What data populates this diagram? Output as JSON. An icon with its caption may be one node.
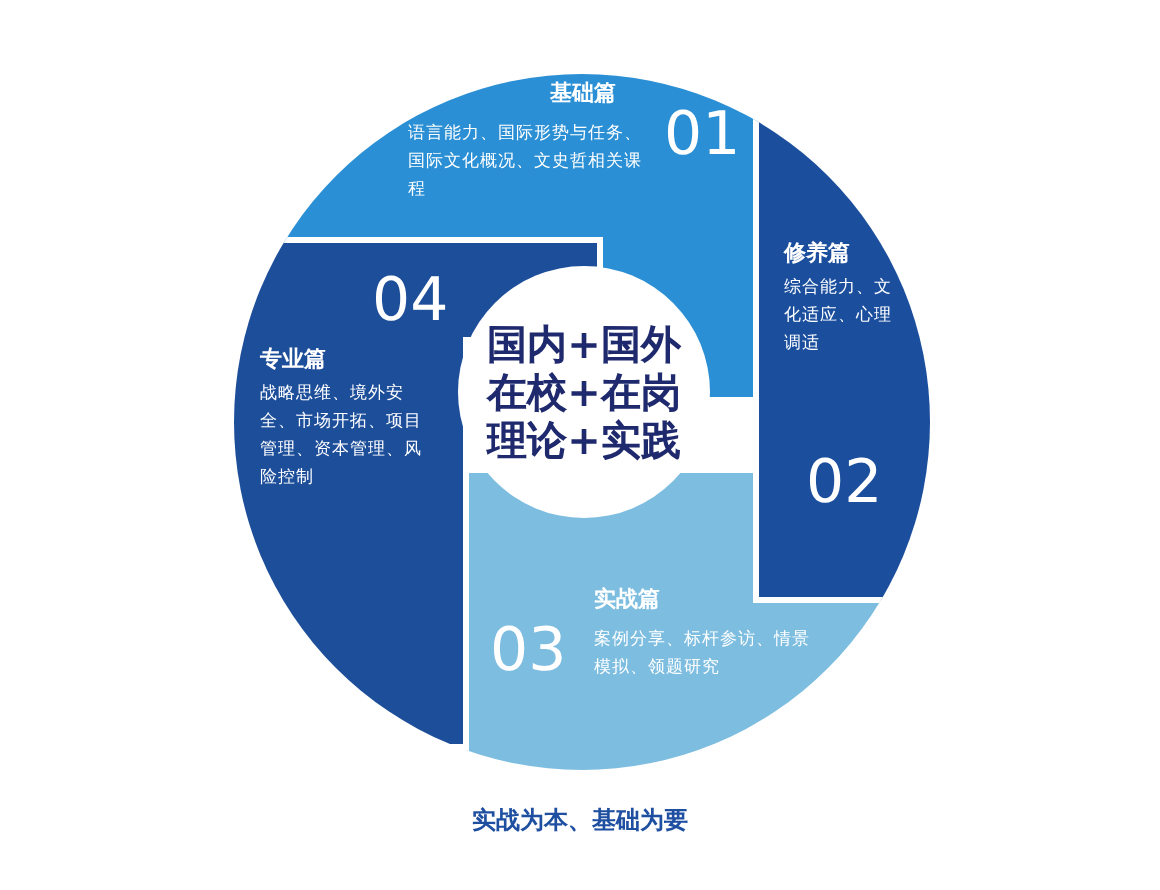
{
  "diagram": {
    "caption": "实战为本、基础为要",
    "nodes": [
      {
        "text": [
          "基础篇",
          "语言能力、国际形势与任务、国际文化概况、文史哲相关课程",
          "01"
        ]
      },
      {
        "text": [
          "修养篇",
          "综合能力、文化适应、心理调适",
          "02"
        ]
      },
      {
        "text": [
          "实战篇",
          "03",
          "案例分享、标杆参访、情景模拟、领题研究"
        ]
      },
      {
        "text": [
          "04",
          "专业篇",
          "战略思维、境外安全、市场开拓、项目管理、资本管理、风险控制"
        ]
      },
      {
        "text": [
          "国内+国外",
          "在校+在岗",
          "理论+实践"
        ]
      }
    ]
  }
}
